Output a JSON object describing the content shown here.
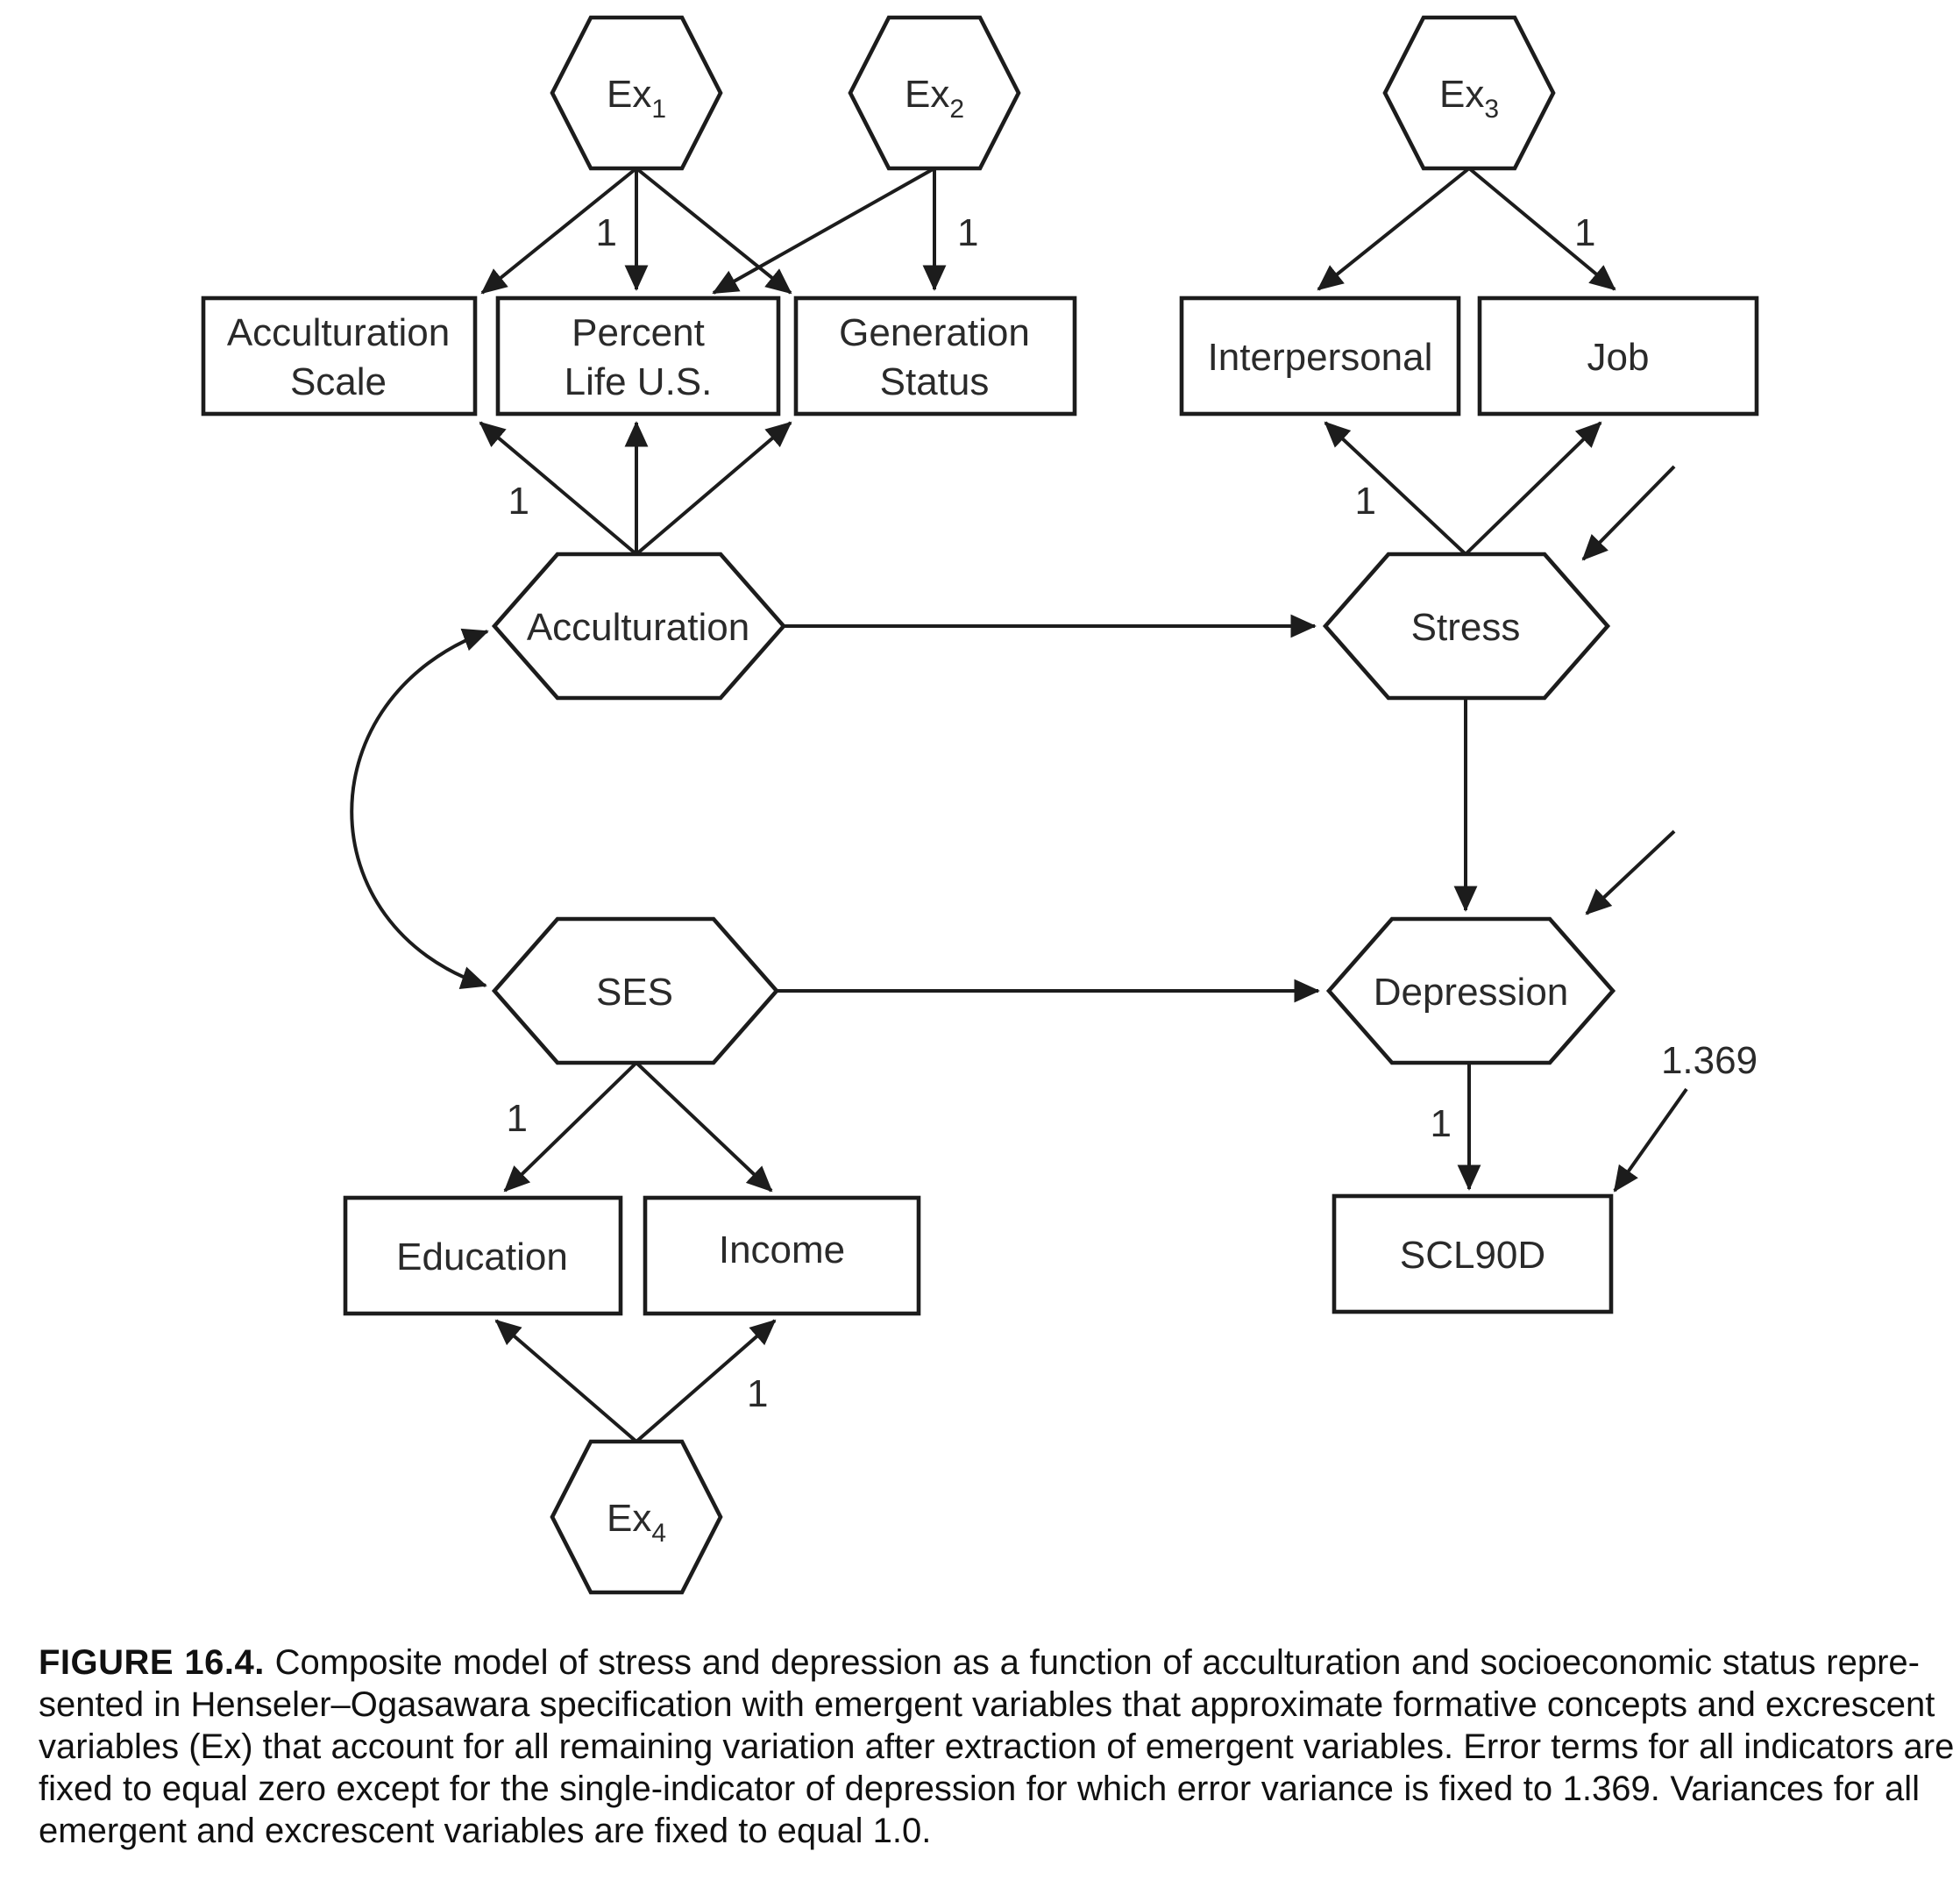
{
  "figure": {
    "caption": {
      "label": "FIGURE 16.4.",
      "lines": [
        "Composite model of stress and depression as a function of acculturation and socioeconomic status repre-",
        "sented in Henseler–Ogasawara specification with emergent variables that approximate formative concepts and excrescent",
        "variables (Ex) that account for all remaining variation after extraction of emergent variables. Error terms for all indicators are",
        "fixed to equal zero except for the single-indicator of depression for which error variance is fixed to 1.369. Variances for all",
        "emergent and excrescent variables are fixed to equal 1.0."
      ]
    }
  },
  "diagram": {
    "nodes": {
      "ex1": {
        "base": "Ex",
        "sub": "1"
      },
      "ex2": {
        "base": "Ex",
        "sub": "2"
      },
      "ex3": {
        "base": "Ex",
        "sub": "3"
      },
      "ex4": {
        "base": "Ex",
        "sub": "4"
      },
      "acculturation_scale": {
        "line1": "Acculturation",
        "line2": "Scale"
      },
      "percent_life_us": {
        "line1": "Percent",
        "line2": "Life U.S."
      },
      "generation_status": {
        "line1": "Generation",
        "line2": "Status"
      },
      "interpersonal": {
        "label": "Interpersonal"
      },
      "job": {
        "label": "Job"
      },
      "acculturation": {
        "label": "Acculturation"
      },
      "stress": {
        "label": "Stress"
      },
      "ses": {
        "label": "SES"
      },
      "depression": {
        "label": "Depression"
      },
      "education": {
        "label": "Education"
      },
      "income": {
        "label": "Income"
      },
      "scl90d": {
        "label": "SCL90D"
      }
    },
    "edge_labels": {
      "ex1_percent": "1",
      "ex2_generation": "1",
      "ex3_job": "1",
      "acc_scale": "1",
      "stress_interpersonal": "1",
      "ses_education": "1",
      "depression_scl90d": "1",
      "ex4_income": "1",
      "scl90d_error_variance": "1.369"
    },
    "edges": [
      {
        "from": "Ex1",
        "to": "Acculturation Scale",
        "type": "loading"
      },
      {
        "from": "Ex1",
        "to": "Percent Life U.S.",
        "type": "loading",
        "label": "1"
      },
      {
        "from": "Ex1",
        "to": "Generation Status",
        "type": "loading"
      },
      {
        "from": "Ex2",
        "to": "Percent Life U.S.",
        "type": "loading"
      },
      {
        "from": "Ex2",
        "to": "Generation Status",
        "type": "loading",
        "label": "1"
      },
      {
        "from": "Ex3",
        "to": "Interpersonal",
        "type": "loading"
      },
      {
        "from": "Ex3",
        "to": "Job",
        "type": "loading",
        "label": "1"
      },
      {
        "from": "Acculturation",
        "to": "Acculturation Scale",
        "type": "loading",
        "label": "1"
      },
      {
        "from": "Acculturation",
        "to": "Percent Life U.S.",
        "type": "loading"
      },
      {
        "from": "Acculturation",
        "to": "Generation Status",
        "type": "loading"
      },
      {
        "from": "Stress",
        "to": "Interpersonal",
        "type": "loading",
        "label": "1"
      },
      {
        "from": "Stress",
        "to": "Job",
        "type": "loading"
      },
      {
        "from": "Acculturation",
        "to": "Stress",
        "type": "structural"
      },
      {
        "from": "Stress",
        "to": "Depression",
        "type": "structural"
      },
      {
        "from": "SES",
        "to": "Depression",
        "type": "structural"
      },
      {
        "from": "Acculturation",
        "to": "SES",
        "type": "covariance"
      },
      {
        "from": "SES",
        "to": "Education",
        "type": "loading",
        "label": "1"
      },
      {
        "from": "SES",
        "to": "Income",
        "type": "loading"
      },
      {
        "from": "Depression",
        "to": "SCL90D",
        "type": "loading",
        "label": "1"
      },
      {
        "from": "Ex4",
        "to": "Education",
        "type": "loading"
      },
      {
        "from": "Ex4",
        "to": "Income",
        "type": "loading",
        "label": "1"
      },
      {
        "to": "Stress",
        "type": "disturbance"
      },
      {
        "to": "Depression",
        "type": "disturbance"
      },
      {
        "to": "SCL90D",
        "type": "error",
        "label": "1.369"
      }
    ]
  }
}
